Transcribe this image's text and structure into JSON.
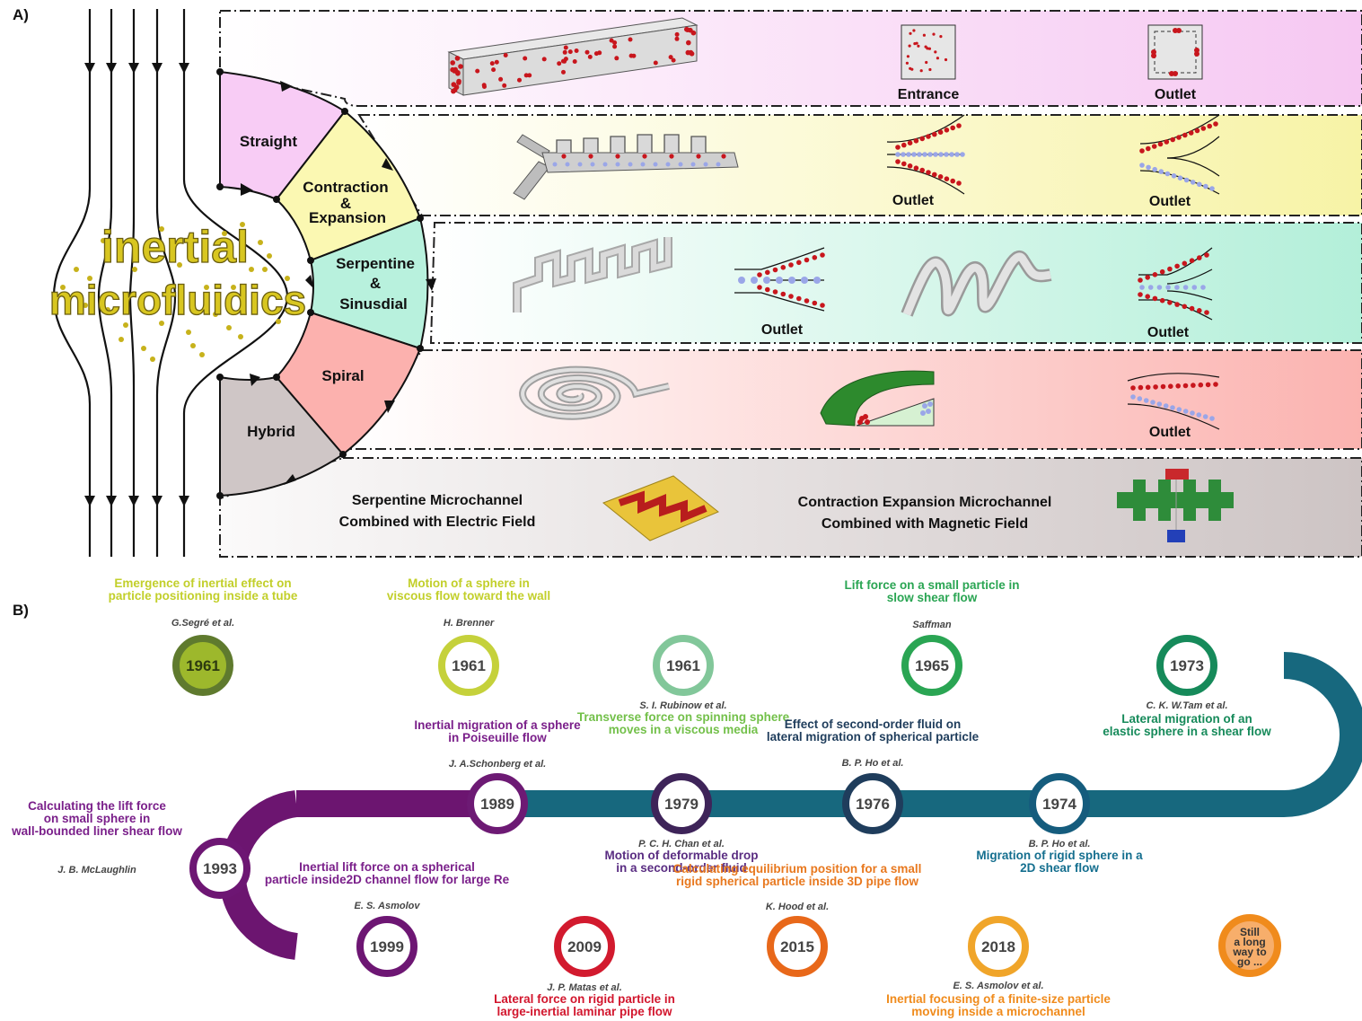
{
  "panel_a": {
    "label": "A)",
    "center_title": [
      "inertial",
      "microfluidics"
    ],
    "categories": [
      {
        "id": "straight",
        "label": [
          "Straight"
        ],
        "color": "#f8ccf5"
      },
      {
        "id": "contraction",
        "label": [
          "Contraction",
          "&",
          "Expansion"
        ],
        "color": "#fbf8b2"
      },
      {
        "id": "serpentine",
        "label": [
          "Serpentine",
          "&",
          "Sinusdial"
        ],
        "color": "#b8f1dd"
      },
      {
        "id": "spiral",
        "label": [
          "Spiral"
        ],
        "color": "#fcb1ae"
      },
      {
        "id": "hybrid",
        "label": [
          "Hybrid"
        ],
        "color": "#cfc6c6"
      }
    ],
    "row_labels": {
      "straight": [
        "Entrance",
        "Outlet"
      ],
      "contraction": [
        "Outlet",
        "Outlet"
      ],
      "serpentine": [
        "Outlet",
        "Outlet"
      ],
      "spiral": [
        "Outlet"
      ]
    },
    "hybrid_texts": [
      [
        "Serpentine Microchannel",
        "Combined with Electric Field"
      ],
      [
        "Contraction Expansion Microchannel",
        "Combined with Magnetic Field"
      ]
    ],
    "colors": {
      "particle_red": "#c8161d",
      "particle_blue": "#9aa6e8",
      "particle_gold": "#c7b21b"
    }
  },
  "panel_b": {
    "label": "B)",
    "end_label": [
      "Still",
      "a long",
      "way to",
      "go ..."
    ],
    "milestones": [
      {
        "year": "1961",
        "title": [
          "Emergence of inertial effect on",
          "particle positioning inside a tube"
        ],
        "author": "G.Segré et al.",
        "ring": "#5f7a2e",
        "fill": "#9db82c",
        "tcolor": "#c2cf2a"
      },
      {
        "year": "1961",
        "title": [
          "Motion of a sphere in",
          "viscous flow toward the wall"
        ],
        "author": "H. Brenner",
        "ring": "#c5d13b",
        "fill": "#ffffff",
        "tcolor": "#c2cf2a"
      },
      {
        "year": "1961",
        "title": [
          "Transverse force on spinning sphere",
          "moves in a viscous media"
        ],
        "author": "S. I. Rubinow et al.",
        "ring": "#82c79a",
        "fill": "#ffffff",
        "tcolor": "#73c04a"
      },
      {
        "year": "1965",
        "title": [
          "Lift force on a small particle in",
          "slow shear flow"
        ],
        "author": "Saffman",
        "ring": "#2aa553",
        "fill": "#ffffff",
        "tcolor": "#2aa553"
      },
      {
        "year": "1973",
        "title": [
          "Lateral migration of an",
          "elastic sphere in a shear flow"
        ],
        "author": "C. K. W.Tam et al.",
        "ring": "#168a5a",
        "fill": "#ffffff",
        "tcolor": "#168a5a"
      },
      {
        "year": "1974",
        "title": [
          "Migration of rigid sphere in a",
          "2D shear flow"
        ],
        "author": "B. P. Ho et al.",
        "ring": "#155c7d",
        "fill": "#ffffff",
        "tcolor": "#156f8f"
      },
      {
        "year": "1976",
        "title": [
          "Effect of second-order fluid on",
          "lateral migration of spherical particle"
        ],
        "author": "B. P. Ho et al.",
        "ring": "#1f3d5c",
        "fill": "#ffffff",
        "tcolor": "#1f3d5c"
      },
      {
        "year": "1979",
        "title": [
          "Motion of deformable drop",
          "in a second-order fluid"
        ],
        "author": "P. C. H. Chan et al.",
        "ring": "#3e2459",
        "fill": "#ffffff",
        "tcolor": "#5a2d82"
      },
      {
        "year": "1989",
        "title": [
          "Inertial migration of a sphere",
          "in Poiseuille flow"
        ],
        "author": "J. A.Schonberg et al.",
        "ring": "#6d1a74",
        "fill": "#ffffff",
        "tcolor": "#7a1f8a"
      },
      {
        "year": "1993",
        "title": [
          "Calculating the lift force",
          "on small sphere in",
          "wall-bounded liner shear flow"
        ],
        "author": "J. B. McLaughlin",
        "ring": "#6d1673",
        "fill": "#ffffff",
        "tcolor": "#7a1f8a"
      },
      {
        "year": "1999",
        "title": [
          "Inertial lift force on a spherical",
          "particle inside2D channel flow for large Re"
        ],
        "author": "E. S. Asmolov",
        "ring": "#6d1673",
        "fill": "#ffffff",
        "tcolor": "#7a1f8a"
      },
      {
        "year": "2009",
        "title": [
          "Lateral force on rigid particle in",
          "large-inertial laminar pipe flow"
        ],
        "author": "J. P. Matas et al.",
        "ring": "#d21a2e",
        "fill": "#ffffff",
        "tcolor": "#d2162d"
      },
      {
        "year": "2015",
        "title": [
          "Calculating equilibrium position for a small",
          "rigid spherical particle inside 3D pipe flow"
        ],
        "author": "K. Hood et al.",
        "ring": "#e8681a",
        "fill": "#ffffff",
        "tcolor": "#e8781e"
      },
      {
        "year": "2018",
        "title": [
          "Inertial focusing of a finite-size particle",
          "moving inside a microchannel"
        ],
        "author": "E. S. Asmolov et al.",
        "ring": "#f0a52a",
        "fill": "#ffffff",
        "tcolor": "#f08b1c"
      }
    ]
  }
}
